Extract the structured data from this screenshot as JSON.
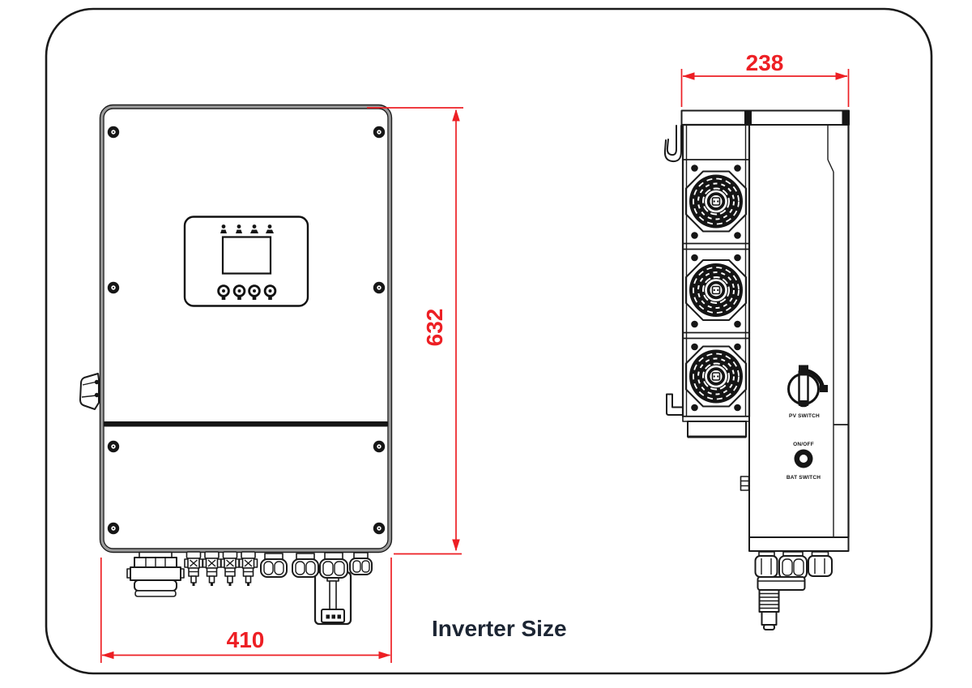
{
  "title": {
    "label": "Inverter Size"
  },
  "colors": {
    "dimension": "#ED1F24",
    "line": "#1B1B1B",
    "title": "#1C2533",
    "background": "#FFFFFF"
  },
  "dimensions": {
    "front_width": {
      "value": "410"
    },
    "front_height": {
      "value": "632"
    },
    "side_depth": {
      "value": "238"
    }
  },
  "side_view": {
    "pv_switch": {
      "label": "PV SWITCH"
    },
    "bat_switch": {
      "label": "BAT SWITCH",
      "state_label": "ON/OFF"
    }
  }
}
